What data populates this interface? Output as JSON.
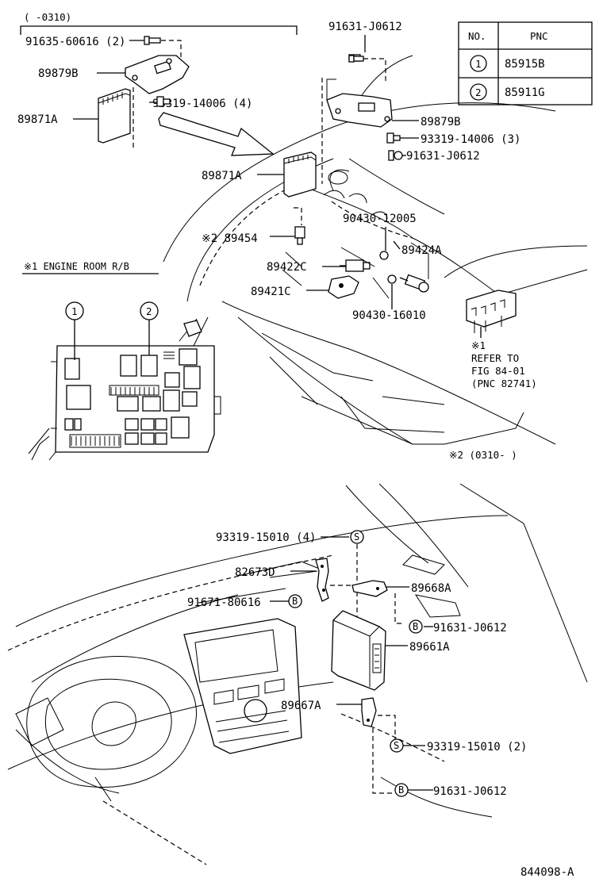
{
  "diagram": {
    "figure_id": "844098-A",
    "date_range_top": "(      -0310)",
    "date_range_bottom": "※2 (0310-        )",
    "engine_room_note": "※1 ENGINE ROOM R/B",
    "refer_note": {
      "line1": "※1",
      "line2": "REFER  TO",
      "line3": "FIG 84-01",
      "line4": "(PNC 82741)"
    },
    "pnc_table": {
      "headers": [
        "NO.",
        "PNC"
      ],
      "rows": [
        {
          "no": "1",
          "pnc": "85915B"
        },
        {
          "no": "2",
          "pnc": "85911G"
        }
      ]
    },
    "fuse_markers": [
      "1",
      "2"
    ],
    "bolt_markers": {
      "s": "S",
      "b": "B"
    },
    "parts": {
      "p_91635": "91635-60616 (2)",
      "p_89879B_left": "89879B",
      "p_89871A_left": "89871A",
      "p_93319_14006_4": "93319-14006 (4)",
      "p_91631_top": "91631-J0612",
      "p_89879B_right": "89879B",
      "p_93319_14006_3": "93319-14006 (3)",
      "p_91631_mid": "91631-J0612",
      "p_89871A_mid": "89871A",
      "p_90430_12005": "90430-12005",
      "p_89454": "※2 89454",
      "p_89424A": "89424A",
      "p_89422C": "89422C",
      "p_89421C": "89421C",
      "p_90430_16010": "90430-16010",
      "p_93319_15010_4": "93319-15010 (4)",
      "p_82673D": "82673D",
      "p_89668A": "89668A",
      "p_91671_80616": "91671-80616",
      "p_91631_low1": "91631-J0612",
      "p_89661A": "89661A",
      "p_89667A": "89667A",
      "p_93319_15010_2": "93319-15010 (2)",
      "p_91631_low2": "91631-J0612"
    }
  }
}
